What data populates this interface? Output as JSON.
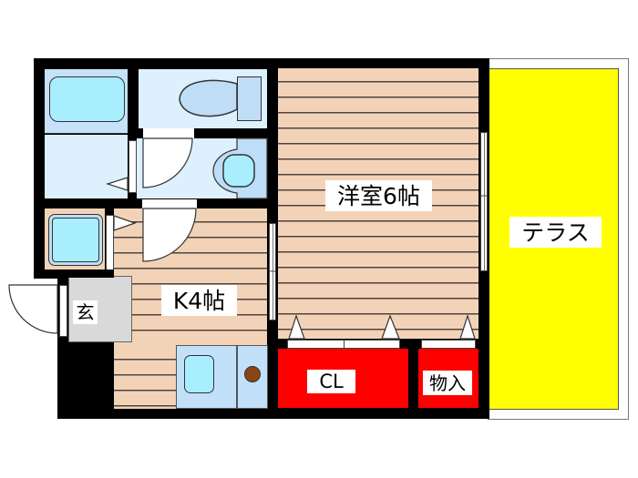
{
  "floor_plan": {
    "rooms": {
      "western_room": {
        "label": "洋室6帖"
      },
      "kitchen": {
        "label": "K4帖"
      },
      "entrance": {
        "label": "玄"
      },
      "closet": {
        "label": "CL"
      },
      "storage": {
        "label": "物入"
      },
      "terrace": {
        "label": "テラス"
      }
    },
    "colors": {
      "wall": "#000000",
      "wood_floor": "#F3D3B7",
      "wet_area": "#DDF0FE",
      "fixture": "#A9EEFF",
      "closet": "#FF0000",
      "terrace": "#FFFF00",
      "entrance": "#D9D9D9",
      "stove_burner": "#8B4513"
    }
  }
}
